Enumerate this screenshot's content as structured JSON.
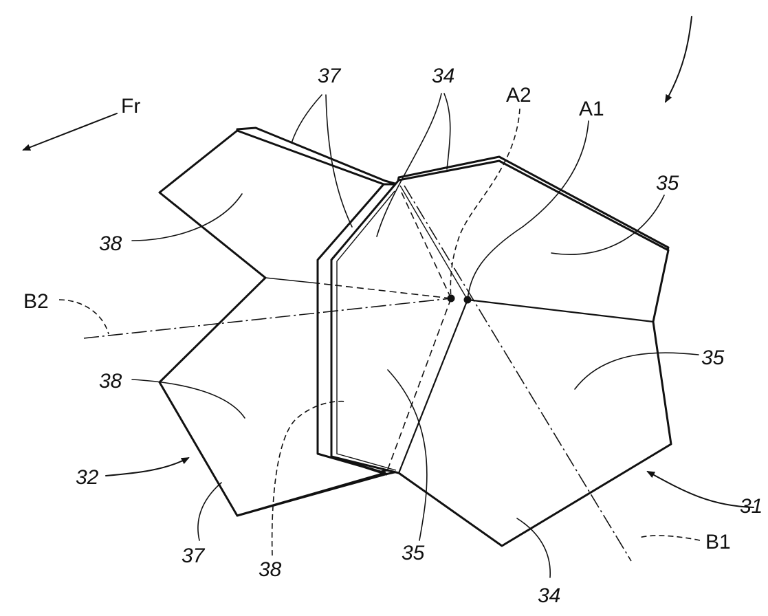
{
  "labels": {
    "fr": "Fr",
    "ref_37_top": "37",
    "ref_34_top": "34",
    "ref_a2": "A2",
    "ref_a1": "A1",
    "ref_35_top_right": "35",
    "ref_38_upper": "38",
    "ref_b2": "B2",
    "ref_35_right": "35",
    "ref_38_middle": "38",
    "ref_32": "32",
    "ref_31": "31",
    "ref_37_bottom": "37",
    "ref_38_bottom": "38",
    "ref_35_bottom": "35",
    "ref_b1": "B1",
    "ref_34_bottom": "34"
  }
}
